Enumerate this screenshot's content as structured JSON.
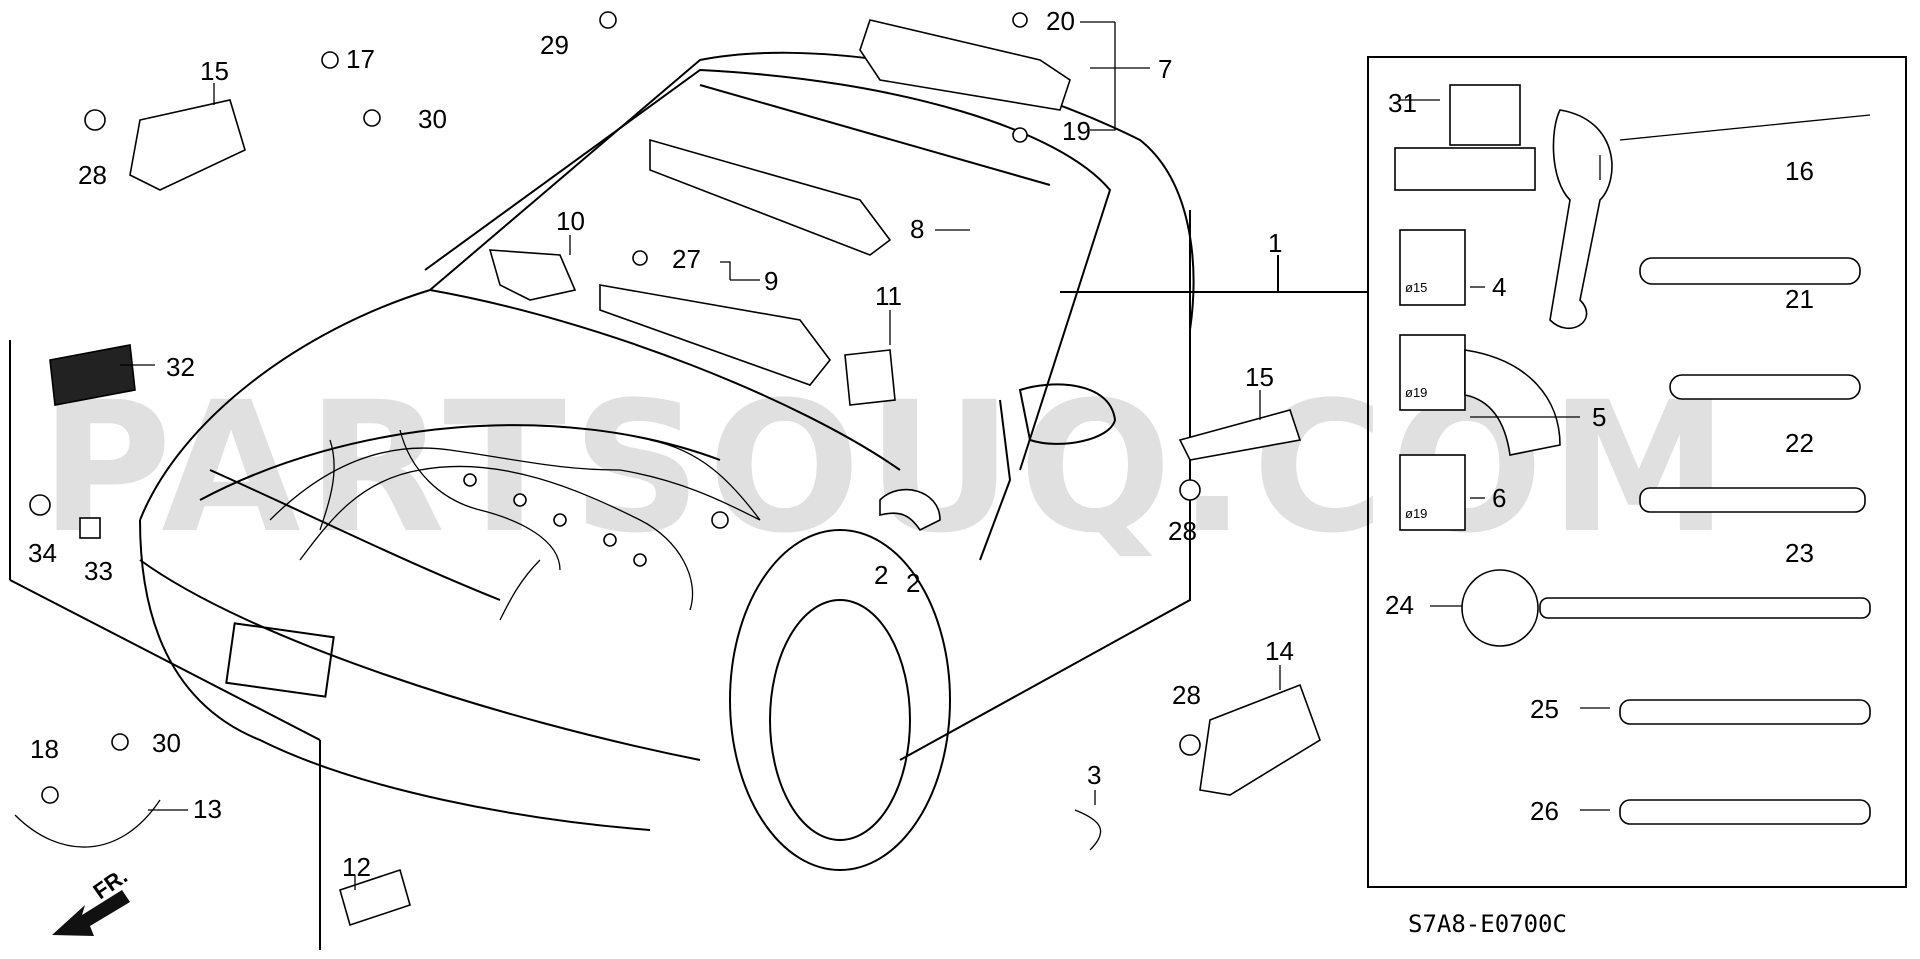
{
  "diagram": {
    "code": "S7A8-E0700C",
    "watermark": "PARTSOUQ.COM",
    "front_label": "FR.",
    "diameters": [
      "ø15",
      "ø19",
      "ø19"
    ],
    "callouts": [
      "1",
      "2",
      "2",
      "3",
      "4",
      "5",
      "6",
      "7",
      "8",
      "9",
      "10",
      "11",
      "12",
      "13",
      "14",
      "15",
      "15",
      "16",
      "17",
      "18",
      "19",
      "20",
      "21",
      "22",
      "23",
      "24",
      "25",
      "26",
      "27",
      "28",
      "28",
      "28",
      "29",
      "30",
      "30",
      "31",
      "32",
      "33",
      "34"
    ]
  }
}
